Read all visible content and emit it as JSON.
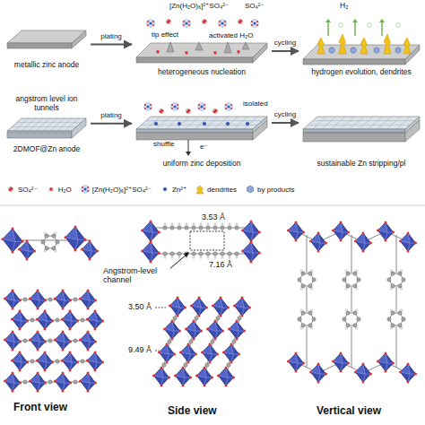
{
  "diagram": {
    "nodes": [
      {
        "text": [
          "metallic zinc anode"
        ]
      },
      {
        "text": [
          "heterogeneous nucleation"
        ]
      },
      {
        "text": [
          "hydrogen evolution, dendrites"
        ]
      },
      {
        "text": [
          "angstrom level ion tunnels",
          "2DMOF@Zn anode"
        ]
      },
      {
        "text": [
          "uniform zinc deposition"
        ]
      },
      {
        "text": [
          "sustainable Zn stripping/pl"
        ]
      }
    ],
    "edges": [
      {
        "from": 0,
        "to": 1,
        "label": "plating",
        "arrow": "to"
      },
      {
        "from": 1,
        "to": 2,
        "label": "cycling",
        "arrow": "to"
      },
      {
        "from": 3,
        "to": 4,
        "label": "plating",
        "arrow": "to"
      },
      {
        "from": 4,
        "to": 5,
        "label": "cycling",
        "arrow": "to"
      }
    ],
    "labels": [
      "[Zn(H₂O)₆]²⁺SO₄²⁻",
      "SO₄²⁻",
      "tip effect",
      "activated H₂O",
      "H₂",
      "isolated",
      "shuffle",
      "e⁻",
      "Angstrom-level channel",
      "3.53 Å",
      "7.16 Å",
      "3.50 Å",
      "9.49 Å",
      "Front view",
      "Side view",
      "Vertical view"
    ],
    "legend": [
      {
        "text": "SO₄²⁻"
      },
      {
        "text": "H₂O"
      },
      {
        "text": "[Zn(H₂O)₆]²⁺SO₄²⁻"
      },
      {
        "text": "Zn²⁺"
      },
      {
        "text": "dendrites"
      },
      {
        "text": "by products"
      }
    ]
  }
}
